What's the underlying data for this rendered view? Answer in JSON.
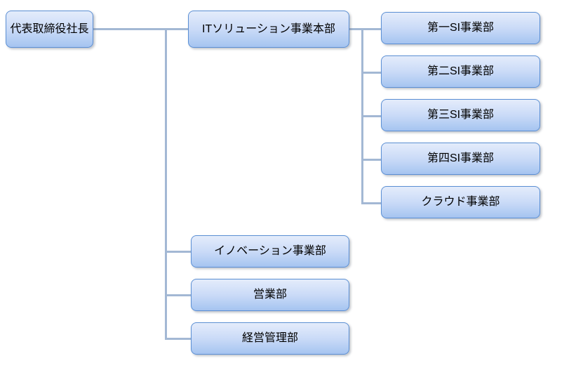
{
  "chart": {
    "type": "org-chart",
    "background_color": "#ffffff",
    "node_border_color": "#5b8fd4",
    "node_fill_top_color": "#e4ecfb",
    "node_fill_bottom_color": "#a5c3f0",
    "connector_color": "#a3b8d4",
    "text_color": "#000000"
  },
  "nodes": {
    "president": {
      "label": "代表取締役社長"
    },
    "it_division": {
      "label": "ITソリューション事業本部"
    },
    "si_first": {
      "label": "第一SI事業部"
    },
    "si_second": {
      "label": "第二SI事業部"
    },
    "si_third": {
      "label": "第三SI事業部"
    },
    "si_fourth": {
      "label": "第四SI事業部"
    },
    "cloud": {
      "label": "クラウド事業部"
    },
    "innovation": {
      "label": "イノベーション事業部"
    },
    "sales": {
      "label": "営業部"
    },
    "management": {
      "label": "経営管理部"
    }
  }
}
